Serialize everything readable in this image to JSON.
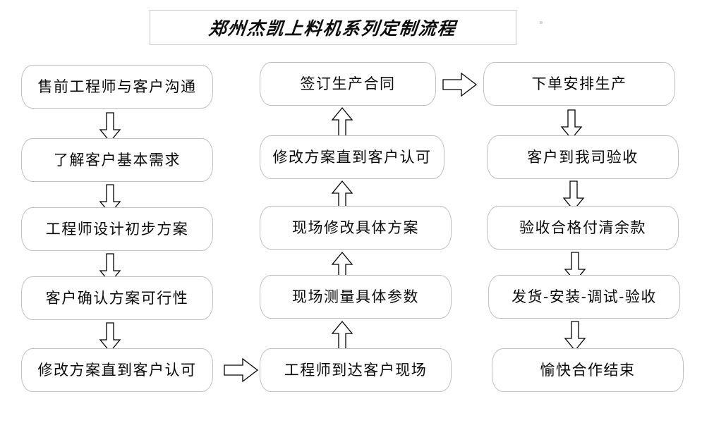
{
  "title": {
    "text": "郑州杰凯上料机系列定制流程"
  },
  "flowchart": {
    "type": "flowchart",
    "orientation": "three-column-serpentine",
    "columns": [
      {
        "id": "column-left",
        "nodes": [
          {
            "id": "n1",
            "label": "售前工程师与客户沟通"
          },
          {
            "id": "n2",
            "label": "了解客户基本需求"
          },
          {
            "id": "n3",
            "label": "工程师设计初步方案"
          },
          {
            "id": "n4",
            "label": "客户确认方案可行性"
          },
          {
            "id": "n5",
            "label": "修改方案直到客户认可"
          }
        ]
      },
      {
        "id": "column-middle",
        "nodes": [
          {
            "id": "n10",
            "label": "签订生产合同"
          },
          {
            "id": "n9",
            "label": "修改方案直到客户认可"
          },
          {
            "id": "n8",
            "label": "现场修改具体方案"
          },
          {
            "id": "n7",
            "label": "现场测量具体参数"
          },
          {
            "id": "n6",
            "label": "工程师到达客户现场"
          }
        ]
      },
      {
        "id": "column-right",
        "nodes": [
          {
            "id": "n11",
            "label": "下单安排生产"
          },
          {
            "id": "n12",
            "label": "客户到我司验收"
          },
          {
            "id": "n13",
            "label": "验收合格付清余款"
          },
          {
            "id": "n14",
            "label": "发货-安装-调试-验收"
          },
          {
            "id": "n15",
            "label": "愉快合作结束"
          }
        ]
      }
    ],
    "connectors": [
      {
        "id": "a1",
        "from": "n1",
        "to": "n2",
        "direction": "down"
      },
      {
        "id": "a2",
        "from": "n2",
        "to": "n3",
        "direction": "down"
      },
      {
        "id": "a3",
        "from": "n3",
        "to": "n4",
        "direction": "down"
      },
      {
        "id": "a4",
        "from": "n4",
        "to": "n5",
        "direction": "down"
      },
      {
        "id": "a5",
        "from": "n5",
        "to": "n6",
        "direction": "right"
      },
      {
        "id": "a6",
        "from": "n6",
        "to": "n7",
        "direction": "up"
      },
      {
        "id": "a7",
        "from": "n7",
        "to": "n8",
        "direction": "up"
      },
      {
        "id": "a8",
        "from": "n8",
        "to": "n9",
        "direction": "up"
      },
      {
        "id": "a9",
        "from": "n9",
        "to": "n10",
        "direction": "up"
      },
      {
        "id": "a10",
        "from": "n10",
        "to": "n11",
        "direction": "right"
      },
      {
        "id": "a11",
        "from": "n11",
        "to": "n12",
        "direction": "down"
      },
      {
        "id": "a12",
        "from": "n12",
        "to": "n13",
        "direction": "down"
      },
      {
        "id": "a13",
        "from": "n13",
        "to": "n14",
        "direction": "down"
      },
      {
        "id": "a14",
        "from": "n14",
        "to": "n15",
        "direction": "down"
      }
    ]
  },
  "colors": {
    "node_border": "#bfbfbf",
    "node_fill": "#ffffff",
    "arrow_stroke": "#000000",
    "arrow_fill": "#ffffff",
    "title_border": "#c9c9c9",
    "text": "#0a0a0a",
    "background": "#ffffff"
  }
}
